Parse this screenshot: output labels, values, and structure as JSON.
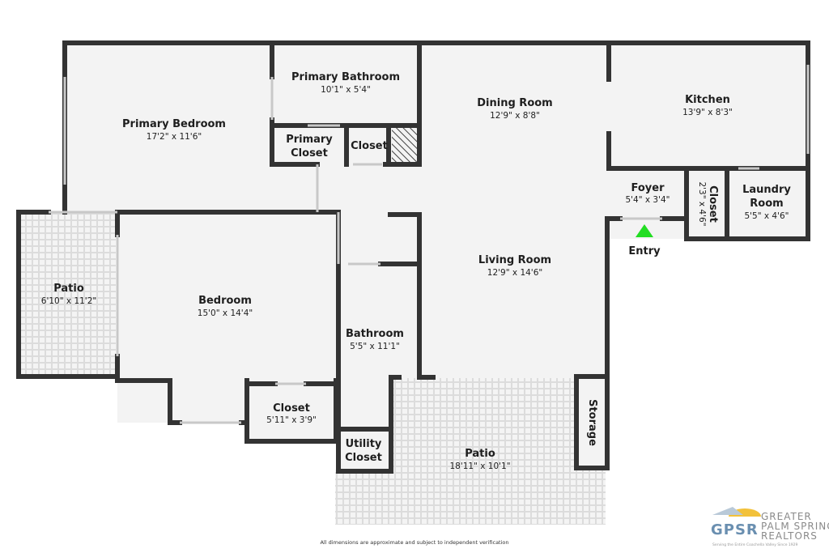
{
  "rooms": [
    {
      "id": "primary-bedroom",
      "name": "Primary Bedroom",
      "dims": "17'2\" x 11'6\""
    },
    {
      "id": "primary-bathroom",
      "name": "Primary Bathroom",
      "dims": "10'1\" x 5'4\""
    },
    {
      "id": "primary-closet",
      "name": "Primary Closet",
      "dims": ""
    },
    {
      "id": "closet-a",
      "name": "Closet",
      "dims": ""
    },
    {
      "id": "dining-room",
      "name": "Dining Room",
      "dims": "12'9\" x 8'8\""
    },
    {
      "id": "kitchen",
      "name": "Kitchen",
      "dims": "13'9\" x 8'3\""
    },
    {
      "id": "foyer",
      "name": "Foyer",
      "dims": "5'4\" x 3'4\""
    },
    {
      "id": "closet-foyer",
      "name": "Closet",
      "dims": "2'3\" x 4'6\""
    },
    {
      "id": "laundry-room",
      "name": "Laundry Room",
      "dims": "5'5\" x 4'6\""
    },
    {
      "id": "patio-west",
      "name": "Patio",
      "dims": "6'10\" x 11'2\""
    },
    {
      "id": "bedroom",
      "name": "Bedroom",
      "dims": "15'0\" x 14'4\""
    },
    {
      "id": "living-room",
      "name": "Living Room",
      "dims": "12'9\" x 14'6\""
    },
    {
      "id": "bathroom",
      "name": "Bathroom",
      "dims": "5'5\" x 11'1\""
    },
    {
      "id": "closet-bedroom",
      "name": "Closet",
      "dims": "5'11\" x 3'9\""
    },
    {
      "id": "storage",
      "name": "Storage",
      "dims": ""
    },
    {
      "id": "utility-closet",
      "name": "Utility Closet",
      "dims": ""
    },
    {
      "id": "patio-south",
      "name": "Patio",
      "dims": "18'11\" x 10'1\""
    }
  ],
  "entry": {
    "label": "Entry",
    "marker_color": "#22dd22"
  },
  "disclaimer": "All dimensions are approximate and subject to independent verification",
  "logo": {
    "mark": "GPSR",
    "line1": "GREATER",
    "line2": "PALM SPRINGS",
    "line3": "REALTORS",
    "tagline": "Serving the Entire Coachella Valley Since 1929"
  },
  "colors": {
    "wall": "#333333",
    "floor": "#f3f3f3",
    "entry_marker": "#22dd22"
  }
}
